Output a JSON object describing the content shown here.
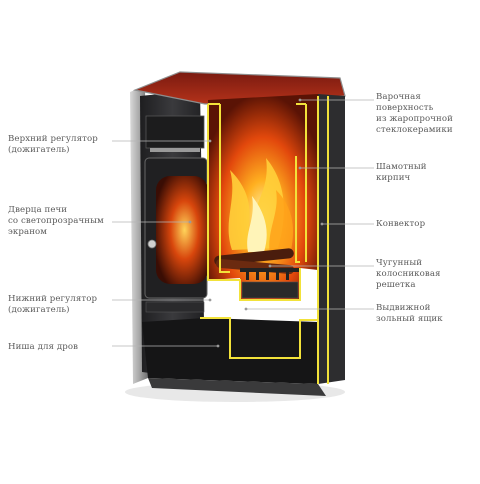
{
  "labels": {
    "upper_regulator": "Верхний регулятор\n(дожигатель)",
    "door": "Дверца печи\nсо светопрозрачным\nэкраном",
    "lower_regulator": "Нижний регулятор\n(дожигатель)",
    "wood_niche": "Ниша для дров",
    "cooktop": "Варочная\nповерхность\nиз жаропрочной\nстеклокерамики",
    "firebrick": "Шамотный\nкирпич",
    "convector": "Конвектор",
    "grate": "Чугунный\nколосниковая\nрешетка",
    "ash_drawer": "Выдвижной\nзольный ящик"
  },
  "colors": {
    "outline_highlight": "#f2e23a",
    "stove_body": "#2b2b2d",
    "fire": "#f06a12",
    "label_text": "#5a5a5a"
  }
}
